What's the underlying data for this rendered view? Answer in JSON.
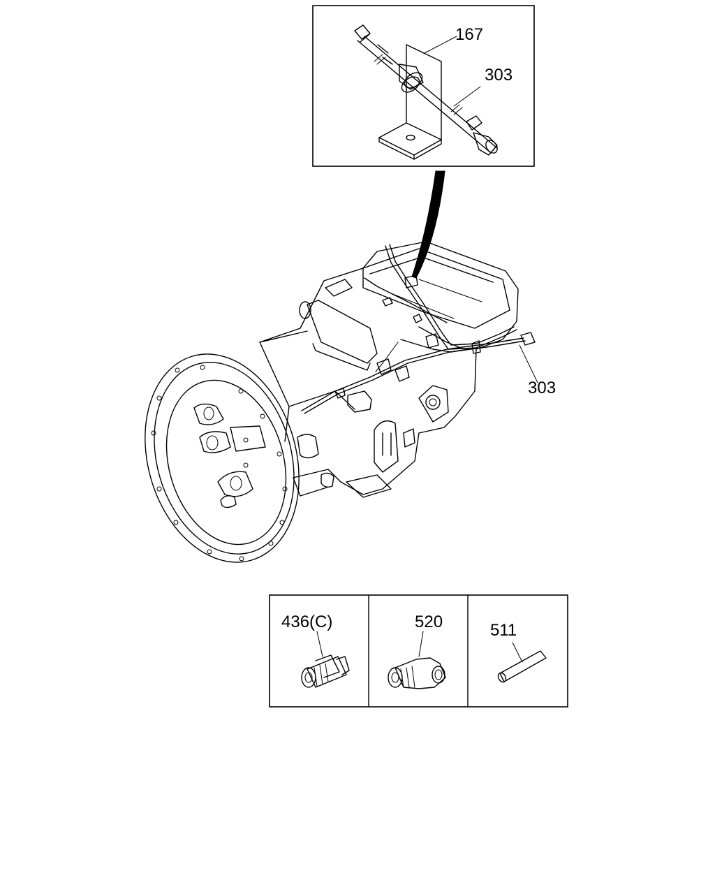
{
  "callouts": {
    "detail_bracket": "167",
    "detail_hose": "303",
    "main_hose": "303",
    "part_connector": "436(C)",
    "part_elbow": "520",
    "part_pin": "511"
  }
}
